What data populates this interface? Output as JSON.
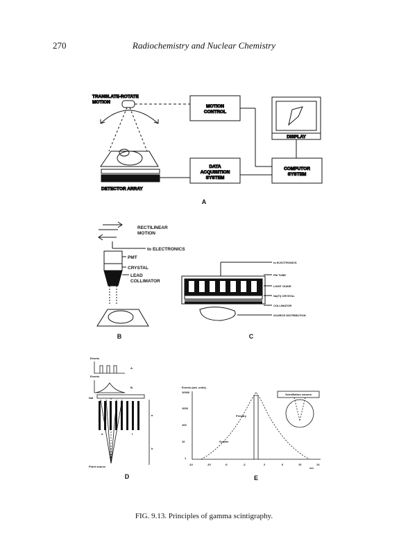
{
  "header": {
    "page_number": "270",
    "running_title": "Radiochemistry and Nuclear Chemistry"
  },
  "panel_a": {
    "letter": "A",
    "translate_rotate": [
      "TRANSLATE-ROTATE",
      "MOTION"
    ],
    "motion_control": [
      "MOTION",
      "CONTROL"
    ],
    "display": "DISPLAY",
    "data_acquisition": [
      "DATA",
      "ACQUISITION",
      "SYSTEM"
    ],
    "computer_system": [
      "COMPUTOR",
      "SYSTEM"
    ],
    "detector_array": "DETECTOR ARRAY"
  },
  "panel_b": {
    "letter": "B",
    "rectilinear": [
      "RECTILINEAR",
      "MOTION"
    ],
    "electronics": "to ELECTRONICS",
    "pmt": "PMT",
    "crystal": "CRYSTAL",
    "lead_collimator": [
      "LEAD",
      "COLLIMATOR"
    ]
  },
  "panel_c": {
    "letter": "C",
    "electronics": "to ELECTRONICS",
    "pm_tube": "PM TUBE",
    "light_guide": "LIGHT GUIDE",
    "crystal": "Na(Tl) CRYSTAL",
    "collimator": "COLLIMATOR",
    "source": "SOURCE DISTRIBUTION"
  },
  "panel_d": {
    "letter": "D",
    "events_top": "Events",
    "events_mid": "Events",
    "mark_a": "A.",
    "mark_b": "B.",
    "nai": "NaI",
    "point_source": "Point source",
    "d_label": "d",
    "t_label": "t",
    "a_label": "a",
    "b_label": "b"
  },
  "panel_e": {
    "letter": "E",
    "y_title": "Events (arb. units)",
    "y_ticks": [
      "10000",
      "1000",
      "100",
      "10",
      "1"
    ],
    "x_ticks": [
      "-14",
      "-10",
      "-6",
      "-2",
      "2",
      "6",
      "10",
      "14"
    ],
    "x_unit": "cm",
    "primary": "Primary",
    "scatter": "Scatter",
    "camera": "Scintillation camera"
  },
  "caption": "FIG. 9.13. Principles of gamma scintigraphy."
}
